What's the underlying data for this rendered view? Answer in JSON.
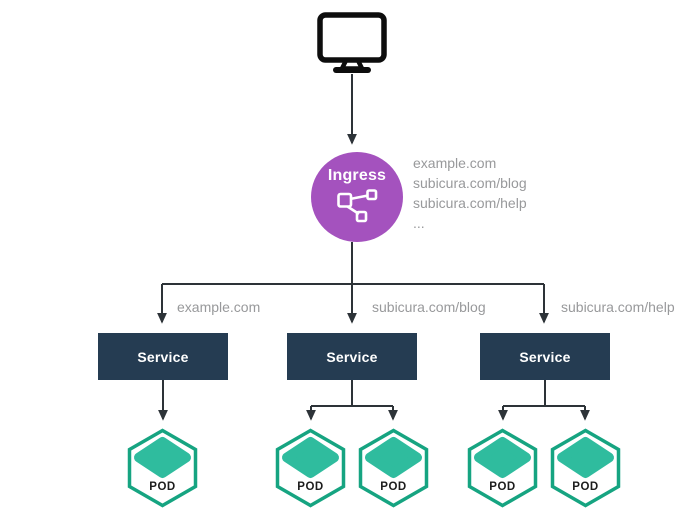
{
  "diagram": {
    "client": {
      "icon": "monitor-icon"
    },
    "ingress": {
      "label": "Ingress",
      "icon": "network-nodes-icon",
      "routes": [
        "example.com",
        "subicura.com/blog",
        "subicura.com/help",
        "..."
      ]
    },
    "branches": [
      {
        "route": "example.com",
        "service_label": "Service",
        "pods": [
          "POD"
        ]
      },
      {
        "route": "subicura.com/blog",
        "service_label": "Service",
        "pods": [
          "POD",
          "POD"
        ]
      },
      {
        "route": "subicura.com/help",
        "service_label": "Service",
        "pods": [
          "POD",
          "POD"
        ]
      }
    ],
    "colors": {
      "ingress_fill": "#a452be",
      "service_fill": "#253c52",
      "pod_diamond": "#2fbc9e",
      "pod_border": "#16a481",
      "line": "#2d3338",
      "label_text": "#98999b",
      "monitor_stroke": "#0d0d0d"
    }
  }
}
